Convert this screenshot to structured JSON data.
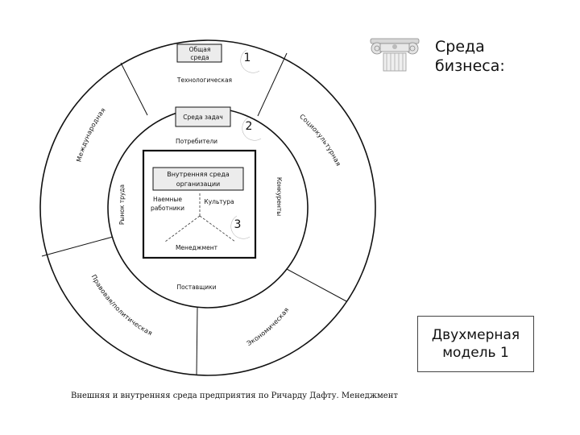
{
  "title": {
    "line1": "Среда",
    "line2": "бизнеса:"
  },
  "model_box": {
    "line1": "Двухмерная",
    "line2": "модель 1"
  },
  "caption": "Внешняя и внутренняя среда предприятия по Ричарду Дафту. Менеджмент",
  "diagram": {
    "general_env": {
      "line1": "Общая",
      "line2": "среда"
    },
    "task_env": "Среда задач",
    "internal_env": {
      "line1": "Внутренняя среда",
      "line2": "организации"
    },
    "numbers": [
      "1",
      "2",
      "3"
    ],
    "outer_ring": {
      "technological": "Технологическая",
      "international": "Международная",
      "sociocultural": "Социокультурная",
      "legal_political": "Правовая/политическая",
      "economic": "Экономическая"
    },
    "middle_ring": {
      "consumers": "Потребители",
      "labor_market": "Рынок труда",
      "competitors": "Конкуренты",
      "suppliers": "Поставщики"
    },
    "inner": {
      "employees": {
        "line1": "Наемные",
        "line2": "работники"
      },
      "culture": "Культура",
      "management": "Менеджмент"
    }
  },
  "icons": {
    "column": "ionic-column-icon",
    "moon": "crescent-moon-icon"
  }
}
